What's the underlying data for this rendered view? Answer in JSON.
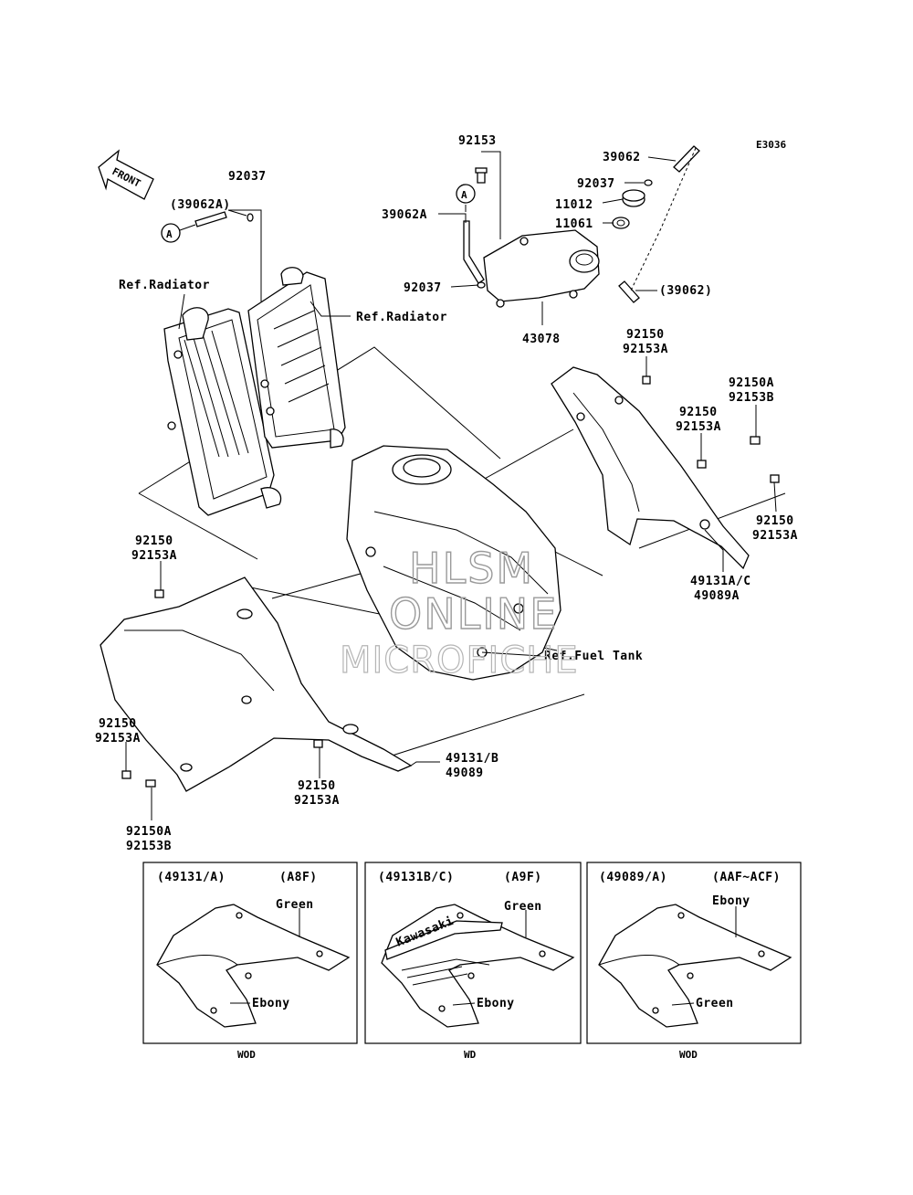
{
  "diagram_code": "E3036",
  "front_label": "FRONT",
  "labels": {
    "p92153_top": "92153",
    "p39062_top": "39062",
    "p92037_tr": "92037",
    "p11012": "11012",
    "p11061": "11061",
    "p39062A_mid": "39062A",
    "p92037_mid": "92037",
    "p43078": "43078",
    "p39062_paren": "(39062)",
    "p92037_left": "92037",
    "p39062A_paren": "(39062A)",
    "ref_radiator_left": "Ref.Radiator",
    "ref_radiator_right": "Ref.Radiator",
    "ref_fuel_tank": "Ref.Fuel Tank",
    "r1_a": "92150",
    "r1_b": "92153A",
    "r2_a": "92150A",
    "r2_b": "92153B",
    "r3_a": "92150",
    "r3_b": "92153A",
    "r4_a": "92150",
    "r4_b": "92153A",
    "r5_a": "49131A/C",
    "r5_b": "49089A",
    "l1_a": "92150",
    "l1_b": "92153A",
    "l2_a": "92150",
    "l2_b": "92153A",
    "l3_a": "92150A",
    "l3_b": "92153B",
    "c1_a": "92150",
    "c1_b": "92153A",
    "c2_a": "49131/B",
    "c2_b": "49089",
    "marker_a": "A"
  },
  "watermark": {
    "line1": "HLSM",
    "line2": "ONLINE",
    "line3": "MICROFICHE"
  },
  "variants": [
    {
      "part": "(49131/A)",
      "model": "(A8F)",
      "upper_color": "Green",
      "lower_color": "Ebony",
      "caption": "WOD",
      "decal": ""
    },
    {
      "part": "(49131B/C)",
      "model": "(A9F)",
      "upper_color": "Green",
      "lower_color": "Ebony",
      "caption": "WD",
      "decal": "Kawasaki"
    },
    {
      "part": "(49089/A)",
      "model": "(AAF~ACF)",
      "upper_color": "Ebony",
      "lower_color": "Green",
      "caption": "WOD",
      "decal": ""
    }
  ]
}
